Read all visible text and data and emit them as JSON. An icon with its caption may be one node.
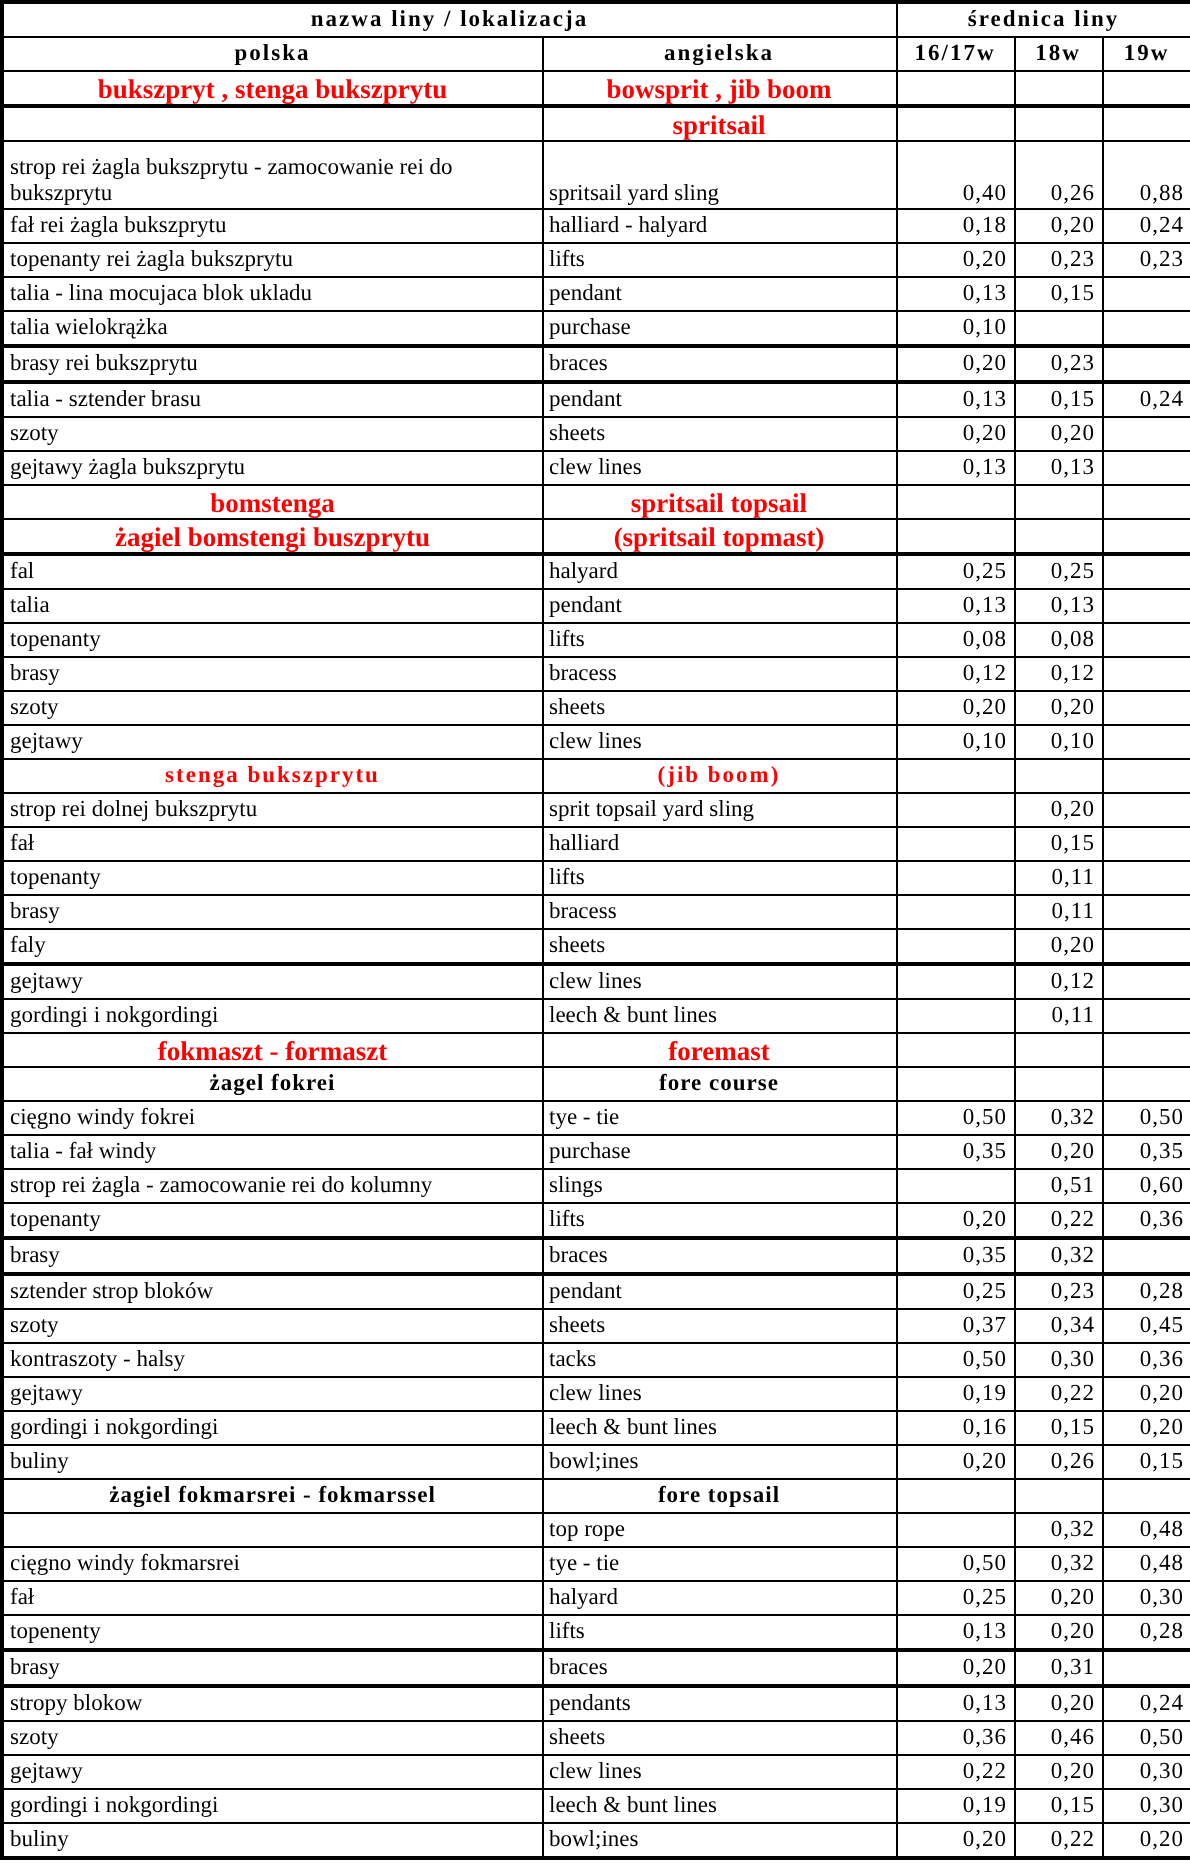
{
  "diagram": {
    "labels": [
      "nazwa liny / lokalizacja",
      "średnica liny",
      "polska",
      "angielska",
      "16/17w",
      "18w",
      "19w",
      "bukszpryt , stenga bukszprytu",
      "bowsprit , jib boom",
      "spritsail",
      "strop rei żagla bukszprytu - zamocowanie rei do bukszprytu",
      "spritsail yard sling",
      "0,40",
      "0,26",
      "0,88",
      "fał rei żagla bukszprytu",
      "halliard - halyard",
      "0,18",
      "0,20",
      "0,24",
      "topenanty rei żagla bukszprytu",
      "lifts",
      "0,20",
      "0,23",
      "0,23",
      "talia - lina mocujaca blok ukladu",
      "pendant",
      "0,13",
      "0,15",
      "talia wielokrążka",
      "purchase",
      "0,10",
      "brasy rei bukszprytu",
      "braces",
      "0,20",
      "0,23",
      "talia - sztender brasu",
      "pendant",
      "0,13",
      "0,15",
      "0,24",
      "szoty",
      "sheets",
      "0,20",
      "0,20",
      "gejtawy żagla bukszprytu",
      "clew lines",
      "0,13",
      "0,13",
      "bomstenga",
      "spritsail topsail",
      "żagiel bomstengi buszprytu",
      "(spritsail topmast)",
      "fal",
      "halyard",
      "0,25",
      "0,25",
      "talia",
      "pendant",
      "0,13",
      "0,13",
      "topenanty",
      "lifts",
      "0,08",
      "0,08",
      "brasy",
      "bracess",
      "0,12",
      "0,12",
      "szoty",
      "sheets",
      "0,20",
      "0,20",
      "gejtawy",
      "clew lines",
      "0,10",
      "0,10",
      "stenga bukszprytu",
      "(jib boom)",
      "strop rei dolnej bukszprytu",
      "sprit topsail yard sling",
      "0,20",
      "fał",
      "halliard",
      "0,15",
      "topenanty",
      "lifts",
      "0,11",
      "brasy",
      "bracess",
      "0,11",
      "faly",
      "sheets",
      "0,20",
      "gejtawy",
      "clew lines",
      "0,12",
      "gordingi i nokgordingi",
      "leech & bunt lines",
      "0,11",
      "fokmaszt - formaszt",
      "foremast",
      "żagel fokrei",
      "fore course",
      "cięgno windy fokrei",
      "tye - tie",
      "0,50",
      "0,32",
      "0,50",
      "talia - fał windy",
      "purchase",
      "0,35",
      "0,20",
      "0,35",
      "strop rei żagla - zamocowanie rei do kolumny",
      "slings",
      "0,51",
      "0,60",
      "topenanty",
      "lifts",
      "0,20",
      "0,22",
      "0,36",
      "brasy",
      "braces",
      "0,35",
      "0,32",
      "sztender strop bloków",
      "pendant",
      "0,25",
      "0,23",
      "0,28",
      "szoty",
      "sheets",
      "0,37",
      "0,34",
      "0,45",
      "kontraszoty - halsy",
      "tacks",
      "0,50",
      "0,30",
      "0,36",
      "gejtawy",
      "clew lines",
      "0,19",
      "0,22",
      "0,20",
      "gordingi i nokgordingi",
      "leech & bunt lines",
      "0,16",
      "0,15",
      "0,20",
      "buliny",
      "bowl;ines",
      "0,20",
      "0,26",
      "0,15",
      "żagiel fokmarsrei - fokmarssel",
      "fore topsail",
      "top rope",
      "0,32",
      "0,48",
      "cięgno windy fokmarsrei",
      "tye - tie",
      "0,50",
      "0,32",
      "0,48",
      "fał",
      "halyard",
      "0,25",
      "0,20",
      "0,30",
      "topenenty",
      "lifts",
      "0,13",
      "0,20",
      "0,28",
      "brasy",
      "braces",
      "0,20",
      "0,31",
      "stropy blokow",
      "pendants",
      "0,13",
      "0,20",
      "0,24",
      "szoty",
      "sheets",
      "0,36",
      "0,46",
      "0,50",
      "gejtawy",
      "clew lines",
      "0,22",
      "0,20",
      "0,30",
      "gordingi i nokgordingi",
      "leech & bunt lines",
      "0,19",
      "0,15",
      "0,30",
      "buliny",
      "bowl;ines",
      "0,20",
      "0,22",
      "0,20"
    ]
  }
}
